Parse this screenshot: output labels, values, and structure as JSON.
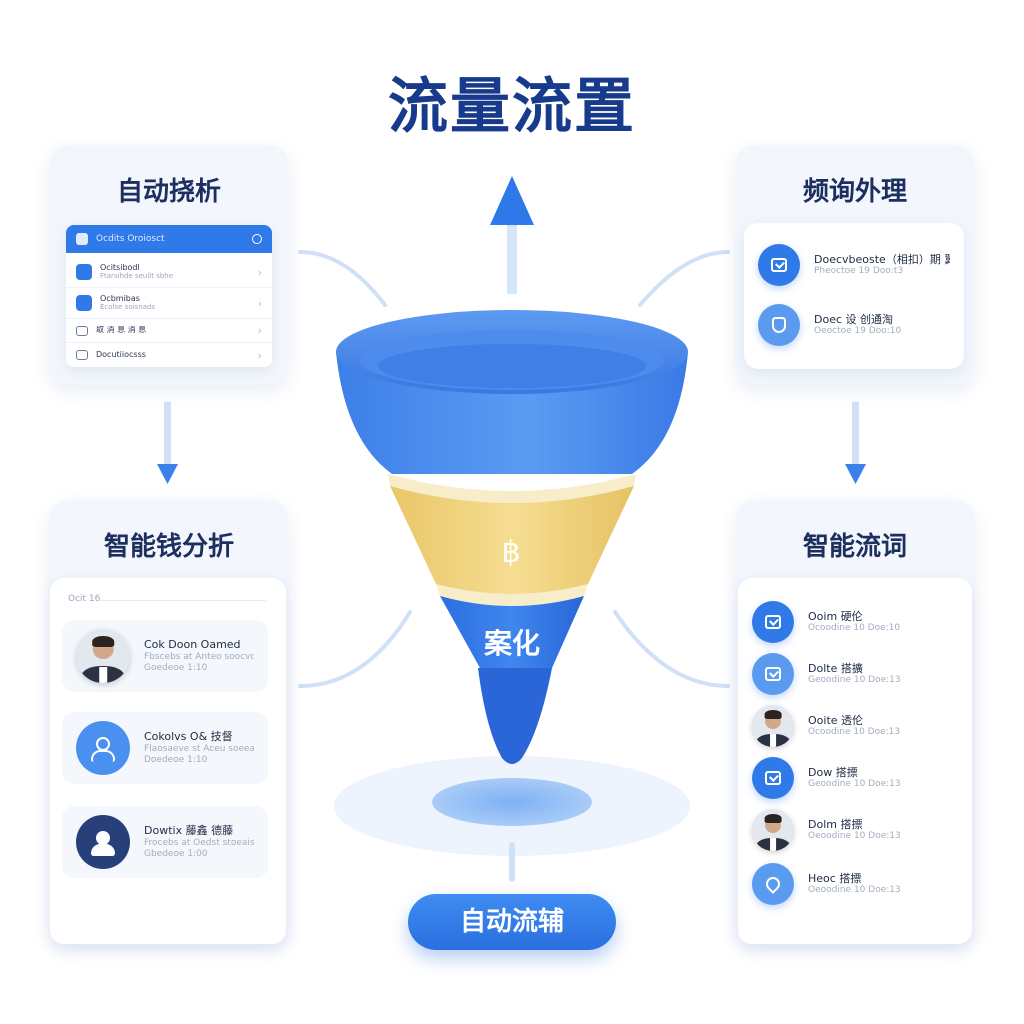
{
  "title": "流量流置",
  "panels": {
    "auto_parse": {
      "title": "自动挠析",
      "app_bar_title": "Ocdits Oroiosct",
      "rows": [
        {
          "primary": "Ocitsibodl",
          "secondary": "Ftarsihde seulit sbhe"
        },
        {
          "primary": "Ocbmibas",
          "secondary": "Ecolse soisnads"
        },
        {
          "primary": "取 消 息 消 息"
        },
        {
          "primary": "Docutiiocsss"
        }
      ]
    },
    "consult": {
      "title": "频询外理",
      "items": [
        {
          "primary": "Doecvbeoste（相扣）期 翼）",
          "secondary": "Pheoctoe 19 Doo:t3"
        },
        {
          "primary": "Doec 设 创通淘",
          "secondary": "Oeoctoe 19 Doo:10"
        }
      ]
    },
    "smart_analysis": {
      "title": "智能钱分折",
      "header": "Ocit 16",
      "cards": [
        {
          "primary": "Cok Doon Oamed",
          "secondary": "Fbscebs at Anteo soocvdacs",
          "tertiary": "Goedeoe 1:10"
        },
        {
          "primary": "Cokolvs O& 技督",
          "secondary": "Flaosaeve st Aceu soeeals",
          "tertiary": "Doedeoe 1:10"
        },
        {
          "primary": "Dowtix 藤鑫 德藤",
          "secondary": "Frocebs at Oedst stoeais",
          "tertiary": "Gbedeoe 1:00"
        }
      ]
    },
    "smart_flow": {
      "title": "智能流词",
      "items": [
        {
          "primary": "Ooim 硬伦",
          "secondary": "Ocoodine 10 Doe:10"
        },
        {
          "primary": "Dolte 搭擴",
          "secondary": "Geoodine 10 Doe:13"
        },
        {
          "primary": "Ooite 透伦",
          "secondary": "Ocoodine 10 Doe:13"
        },
        {
          "primary": "Dow 搭摽",
          "secondary": "Geoodine 10 Doe:13"
        },
        {
          "primary": "Dolm 搭摽",
          "secondary": "Oeoodine 10 Doe:13"
        },
        {
          "primary": "Heoc 搭摽",
          "secondary": "Oeoodine 10 Doe:13"
        }
      ]
    }
  },
  "funnel": {
    "center_label": "案化",
    "center_icon": "currency-icon",
    "top_color": "#3f86ee",
    "middle_color": "#f1d37a",
    "bottom_color": "#2f72e4"
  },
  "bottom_button": "自动流辅"
}
